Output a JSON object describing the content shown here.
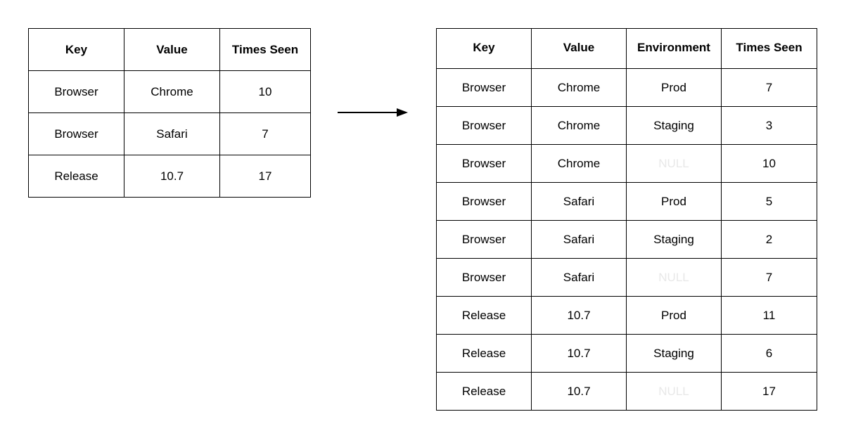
{
  "left_table": {
    "headers": [
      "Key",
      "Value",
      "Times Seen"
    ],
    "rows": [
      [
        "Browser",
        "Chrome",
        "10"
      ],
      [
        "Browser",
        "Safari",
        "7"
      ],
      [
        "Release",
        "10.7",
        "17"
      ]
    ]
  },
  "right_table": {
    "headers": [
      "Key",
      "Value",
      "Environment",
      "Times Seen"
    ],
    "rows": [
      [
        "Browser",
        "Chrome",
        "Prod",
        "7"
      ],
      [
        "Browser",
        "Chrome",
        "Staging",
        "3"
      ],
      [
        "Browser",
        "Chrome",
        "NULL",
        "10"
      ],
      [
        "Browser",
        "Safari",
        "Prod",
        "5"
      ],
      [
        "Browser",
        "Safari",
        "Staging",
        "2"
      ],
      [
        "Browser",
        "Safari",
        "NULL",
        "7"
      ],
      [
        "Release",
        "10.7",
        "Prod",
        "11"
      ],
      [
        "Release",
        "10.7",
        "Staging",
        "6"
      ],
      [
        "Release",
        "10.7",
        "NULL",
        "17"
      ]
    ]
  },
  "colors": {
    "border": "#000000",
    "text": "#000000",
    "null_text": "#e8e8e8",
    "background": "#ffffff"
  },
  "icons": {
    "arrow": "right-arrow-icon"
  }
}
